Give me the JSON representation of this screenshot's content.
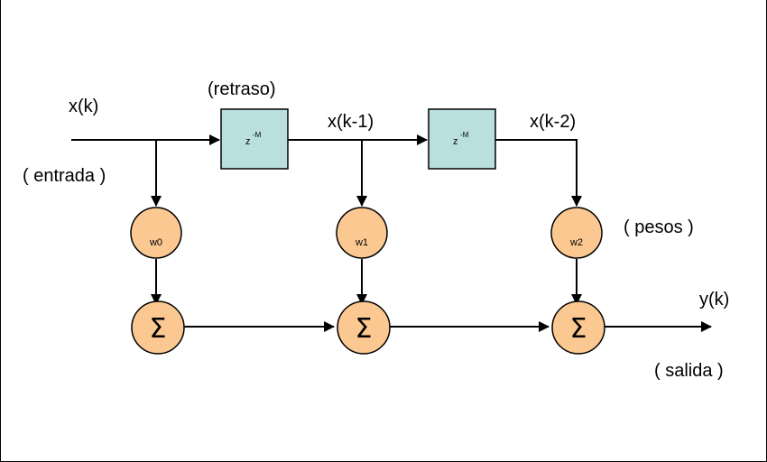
{
  "labels": {
    "input_signal": "x(k)",
    "input_caption": "( entrada )",
    "delay_caption": "(retraso)",
    "delayed_1": "x(k-1)",
    "delayed_2": "x(k-2)",
    "weights_caption": "( pesos )",
    "output_signal": "y(k)",
    "output_caption": "( salida )"
  },
  "delay_blocks": [
    {
      "base": "z",
      "exponent": "-M"
    },
    {
      "base": "z",
      "exponent": "-M"
    }
  ],
  "weights": [
    "w0",
    "w1",
    "w2"
  ],
  "summers": [
    "Σ",
    "Σ",
    "Σ"
  ],
  "colors": {
    "delay_fill": "#b9dfdf",
    "node_fill": "#fbc891",
    "line": "#000000"
  }
}
